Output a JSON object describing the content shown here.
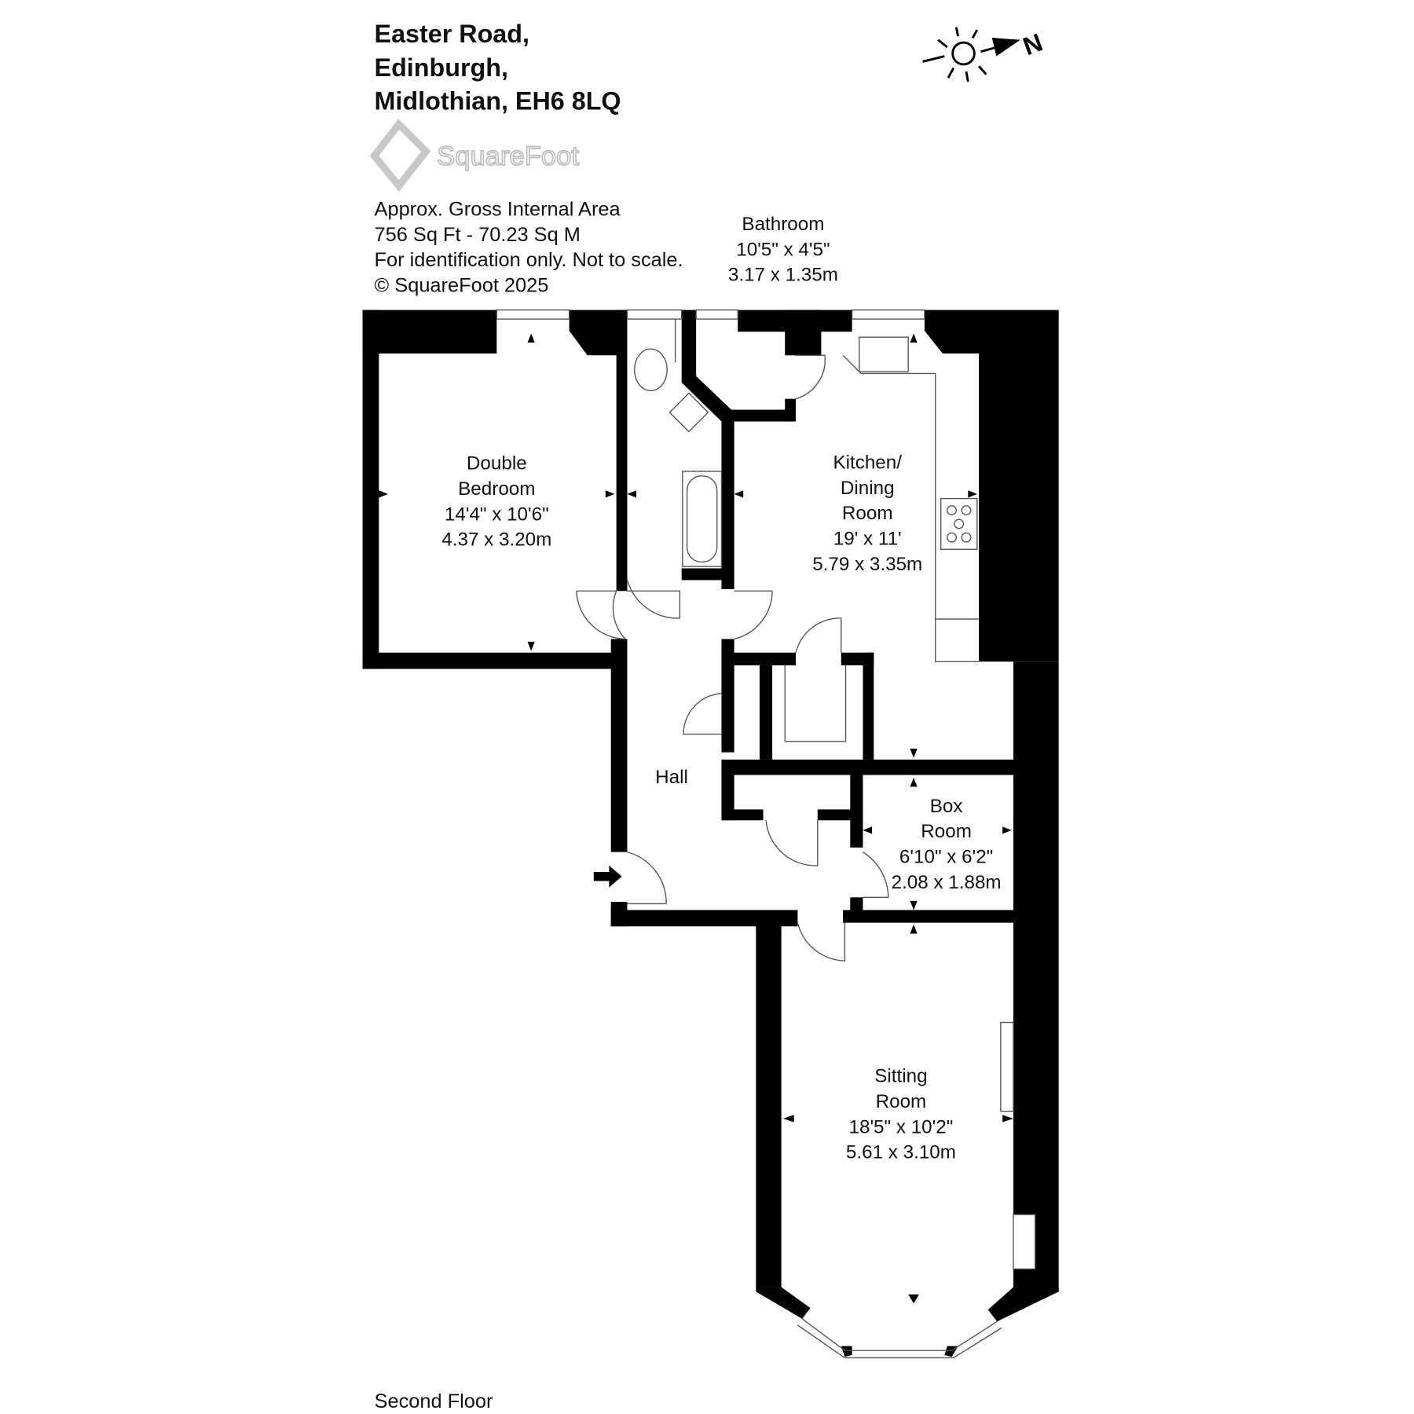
{
  "header": {
    "address_lines": [
      "Easter Road,",
      "Edinburgh,",
      "Midlothian, EH6 8LQ"
    ],
    "logo_text": "SquareFoot",
    "info_lines": [
      "Approx. Gross Internal Area",
      "756 Sq Ft  -  70.23 Sq M",
      "For identification only. Not to scale.",
      "© SquareFoot 2025"
    ]
  },
  "compass": {
    "label": "N"
  },
  "rooms": [
    {
      "name_lines": [
        "Bathroom"
      ],
      "imperial": "10'5\" x 4'5\"",
      "metric": "3.17 x 1.35m"
    },
    {
      "name_lines": [
        "Double",
        "Bedroom"
      ],
      "imperial": "14'4\" x 10'6\"",
      "metric": "4.37 x 3.20m"
    },
    {
      "name_lines": [
        "Kitchen/",
        "Dining",
        "Room"
      ],
      "imperial": "19' x 11'",
      "metric": "5.79 x 3.35m"
    },
    {
      "name_lines": [
        "Hall"
      ]
    },
    {
      "name_lines": [
        "Box",
        "Room"
      ],
      "imperial": "6'10\" x 6'2\"",
      "metric": "2.08 x 1.88m"
    },
    {
      "name_lines": [
        "Sitting",
        "Room"
      ],
      "imperial": "18'5\" x 10'2\"",
      "metric": "5.61 x 3.10m"
    }
  ],
  "footer": {
    "floor_label": "Second Floor"
  },
  "colors": {
    "wall": "#000000",
    "logo": "#c8c8c8"
  }
}
